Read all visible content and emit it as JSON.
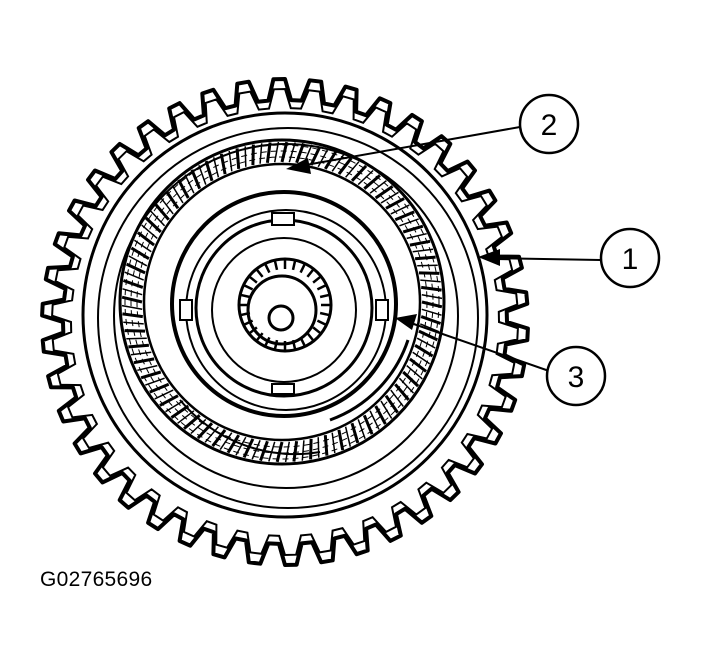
{
  "figure_id": "G02765696",
  "callouts": [
    {
      "label": "1"
    },
    {
      "label": "2"
    },
    {
      "label": "3"
    }
  ],
  "colors": {
    "line": "#000000",
    "background": "#ffffff"
  }
}
